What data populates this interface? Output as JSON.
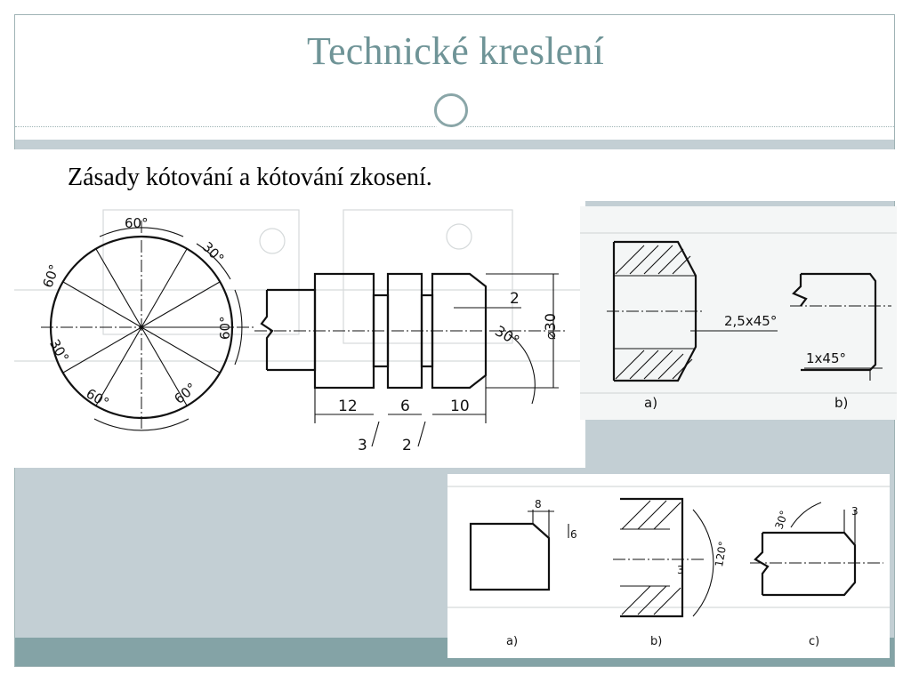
{
  "slide": {
    "title": "Technické kreslení",
    "subtitle": "Zásady kótování a kótování zkosení."
  },
  "figure1": {
    "circle_angles": [
      "60°",
      "30°",
      "60°",
      "60°",
      "60°",
      "30°",
      "60°"
    ],
    "shaft_dims": [
      "2",
      "30°",
      "⌀30",
      "12",
      "6",
      "10",
      "3",
      "2"
    ]
  },
  "figure2": {
    "labels": [
      "2,5x45°",
      "1x45°",
      "a)",
      "b)"
    ]
  },
  "figure3": {
    "labels": [
      "8",
      "6",
      "a)",
      "3",
      "120°",
      "b)",
      "30°",
      "3",
      "c)"
    ]
  },
  "colors": {
    "title": "#6f9497",
    "body_band": "#c3cfd4",
    "footer_band": "#84a3a6",
    "border": "#9fb3b5"
  }
}
